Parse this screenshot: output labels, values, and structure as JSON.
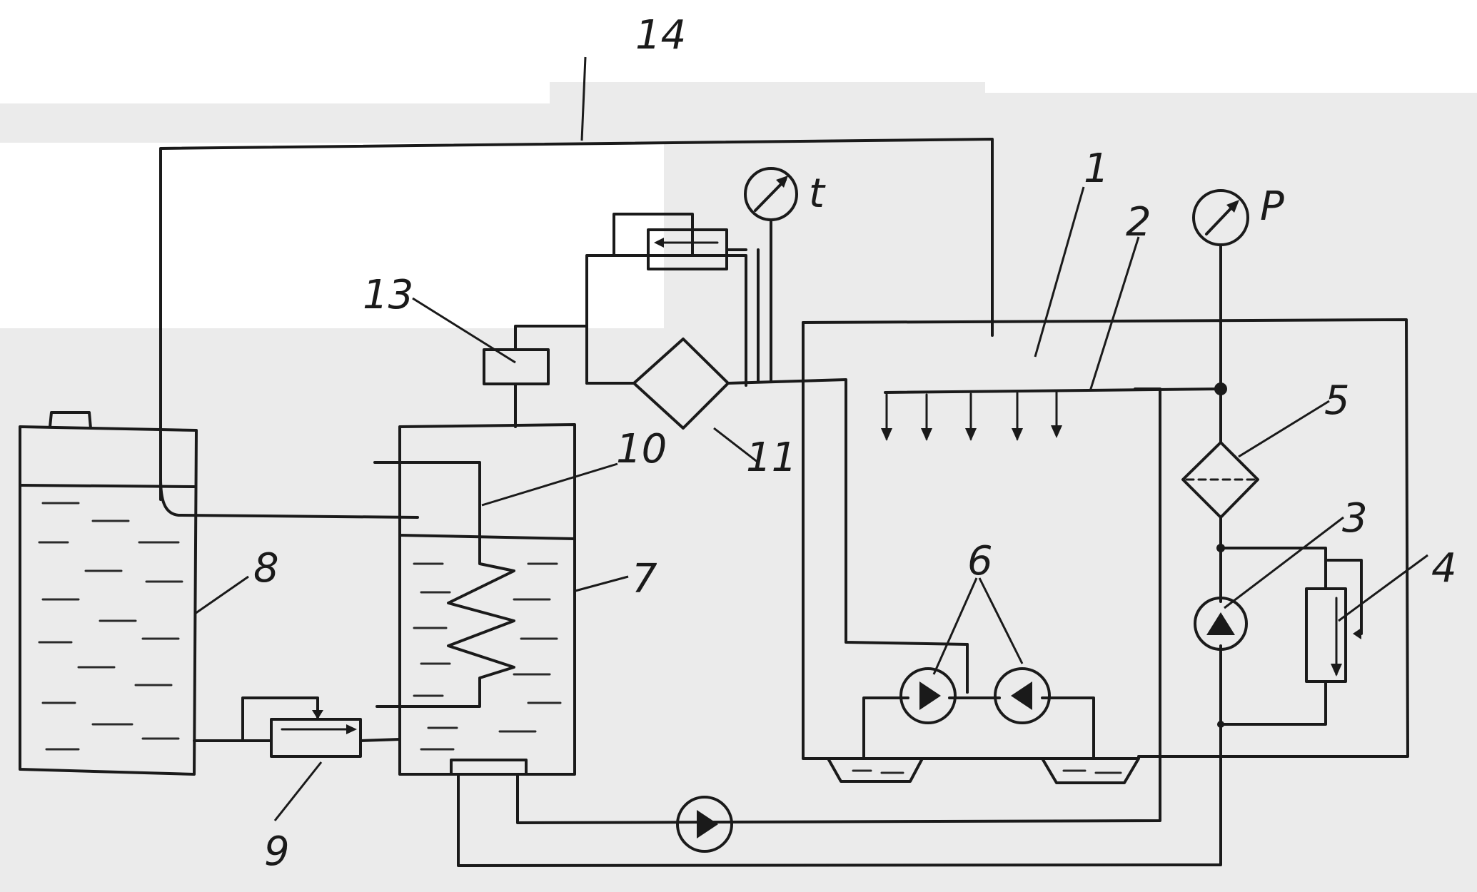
{
  "labels": {
    "n1": "1",
    "n2": "2",
    "n3": "3",
    "n4": "4",
    "n5": "5",
    "n6": "6",
    "n7": "7",
    "n8": "8",
    "n9": "9",
    "n10": "10",
    "n11": "11",
    "n13": "13",
    "n14": "14",
    "pressure_gauge": "P",
    "temperature_gauge": "t"
  }
}
